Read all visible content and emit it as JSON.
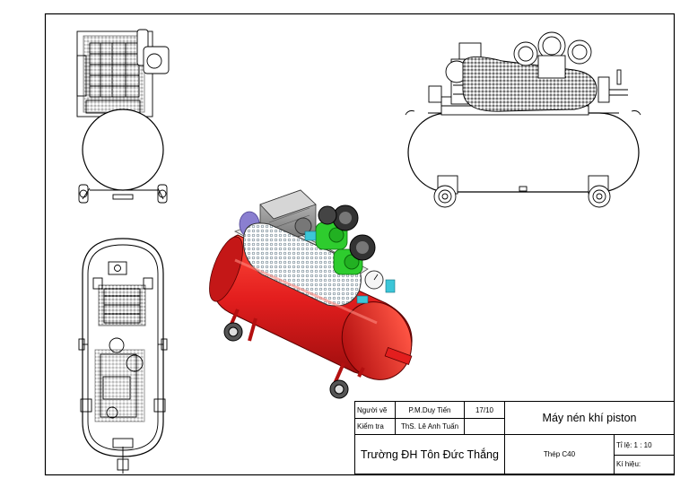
{
  "title_block": {
    "drawn_by_label": "Người vẽ",
    "drawn_by_name": "P.M.Duy Tiến",
    "date": "17/10",
    "checked_by_label": "Kiểm tra",
    "checked_by_name": "ThS. Lê Anh Tuấn",
    "drawing_title": "Máy nén khí piston",
    "school": "Trường ĐH Tôn Đức Thắng",
    "material": "Thép C40",
    "scale": "Tỉ lệ: 1 : 10",
    "symbol": "Kí hiệu:"
  },
  "colors": {
    "line": "#000000",
    "tank_red": "#e31e1e",
    "motor_gray": "#9a9a9a",
    "valve_green": "#2ecc2e",
    "fitting_cyan": "#3cc6d8",
    "fan_purple": "#8a7fd0"
  }
}
